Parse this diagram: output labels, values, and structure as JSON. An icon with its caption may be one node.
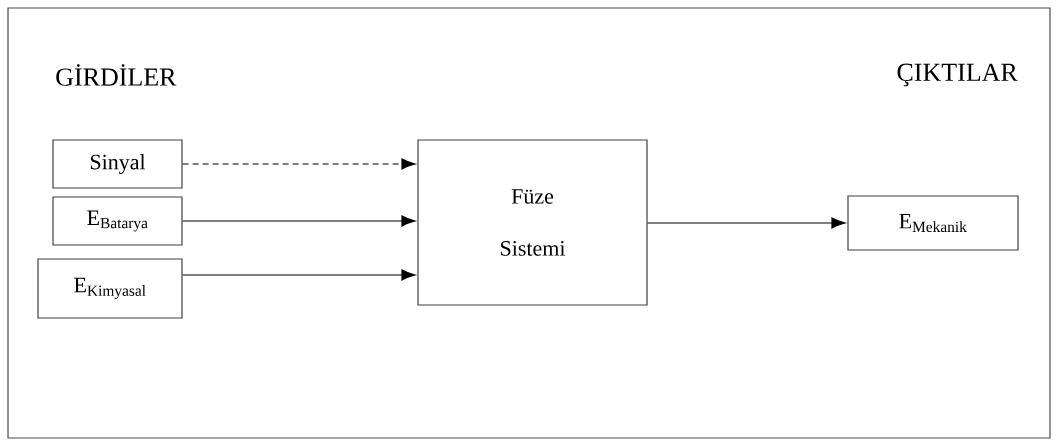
{
  "diagram": {
    "nodes": [
      {
        "text": [
          "Sinyal"
        ]
      },
      {
        "text": [
          "E$_{Batarya}$"
        ]
      },
      {
        "text": [
          "E$_{Kimyasal}$"
        ]
      },
      {
        "text": [
          "Füze Sistemi"
        ]
      },
      {
        "text": [
          "E$_{Mekanik}$"
        ]
      }
    ],
    "edges": [
      {
        "from": 0,
        "to": 3,
        "arrow": "to",
        "style": "dashed"
      },
      {
        "from": 1,
        "to": 3,
        "arrow": "to"
      },
      {
        "from": 2,
        "to": 3,
        "arrow": "to"
      },
      {
        "from": 3,
        "to": 4,
        "arrow": "to"
      }
    ],
    "labels": [
      "GİRDİLER",
      "ÇIKTILAR"
    ]
  }
}
